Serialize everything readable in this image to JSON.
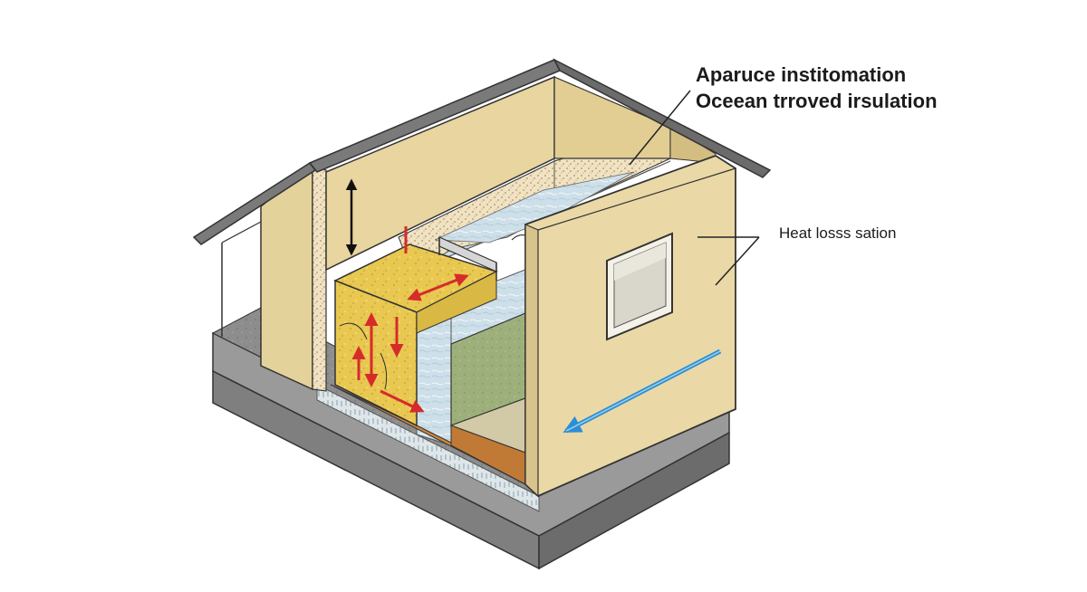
{
  "annotations": {
    "title_line_1": "Aparuce institomation",
    "title_line_2": "Oceean trroved irsulation",
    "heat_loss_label": "Heat losss sation"
  },
  "colors": {
    "wall_beige": "#ead9a6",
    "wall_beige_shade": "#d9c38c",
    "roof_gray": "#6e6e6e",
    "foundation_gray": "#8f8f8f",
    "insulation_yellow": "#e9c94e",
    "foil_blue": "#c9dbe8",
    "panel_green": "#9bb07a",
    "floor_orange": "#c8853e",
    "heat_arrow_red": "#d62b2b",
    "airflow_arrow_blue": "#2e8ed3",
    "dimension_arrow_black": "#111111"
  },
  "icons": {
    "dimension_arrow": "vertical-double-arrow-icon",
    "heat_flow_arrows": "red-heat-flow-arrow-icon",
    "airflow_arrow": "blue-airflow-arrow-icon",
    "window": "window-icon"
  }
}
